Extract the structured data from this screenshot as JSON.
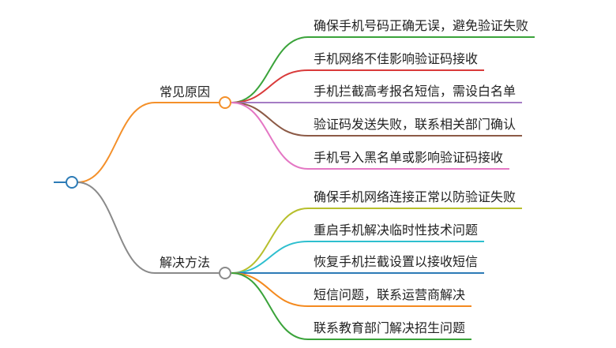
{
  "root": {
    "label": ""
  },
  "branches": [
    {
      "label": "常见原因",
      "color": "#f4902a",
      "children": [
        {
          "label": "确保手机号码正确无误，避免验证失败",
          "color": "#3aa33a"
        },
        {
          "label": "手机网络不佳影响验证码接收",
          "color": "#d93a3a"
        },
        {
          "label": "手机拦截高考报名短信，需设白名单",
          "color": "#a57cc4"
        },
        {
          "label": "验证码发送失败，联系相关部门确认",
          "color": "#8c5a46"
        },
        {
          "label": "手机号入黑名单或影响验证码接收",
          "color": "#e477c4"
        }
      ]
    },
    {
      "label": "解决方法",
      "color": "#8a8a8a",
      "children": [
        {
          "label": "确保手机网络连接正常以防验证失败",
          "color": "#b7bf2d"
        },
        {
          "label": "重启手机解决临时性技术问题",
          "color": "#2ebfcf"
        },
        {
          "label": "恢复手机拦截设置以接收短信",
          "color": "#2c7bb6"
        },
        {
          "label": "短信问题，联系运营商解决",
          "color": "#f48a1f"
        },
        {
          "label": "联系教育部门解决招生问题",
          "color": "#3aa33a"
        }
      ]
    }
  ],
  "root_color": "#2c7bb6"
}
